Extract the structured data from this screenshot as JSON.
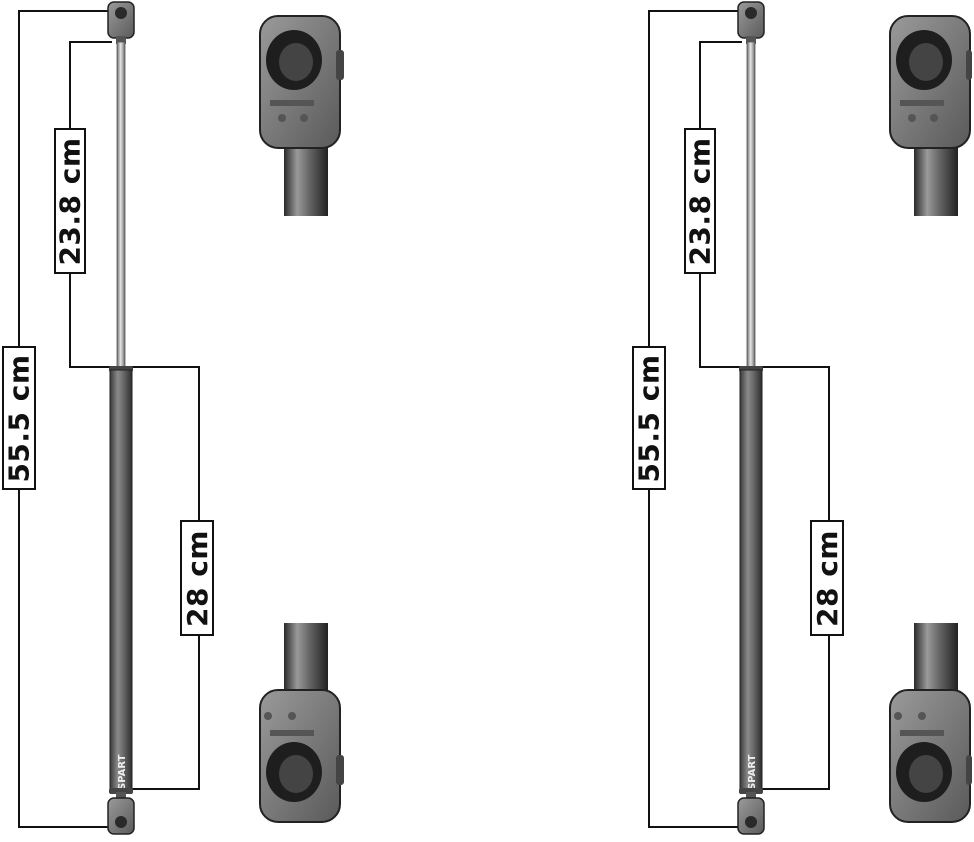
{
  "struts": [
    {
      "total_length": "55.5 cm",
      "rod_length": "23.8 cm",
      "body_length": "28 cm",
      "brand": "SPART"
    },
    {
      "total_length": "55.5 cm",
      "rod_length": "23.8 cm",
      "body_length": "28 cm",
      "brand": "SPART"
    }
  ],
  "colors": {
    "outline": "#111111",
    "cylinder": "#6e6e6e",
    "rod": "#b8b8b8",
    "fitting": "#7a7a7a",
    "background": "#ffffff"
  }
}
